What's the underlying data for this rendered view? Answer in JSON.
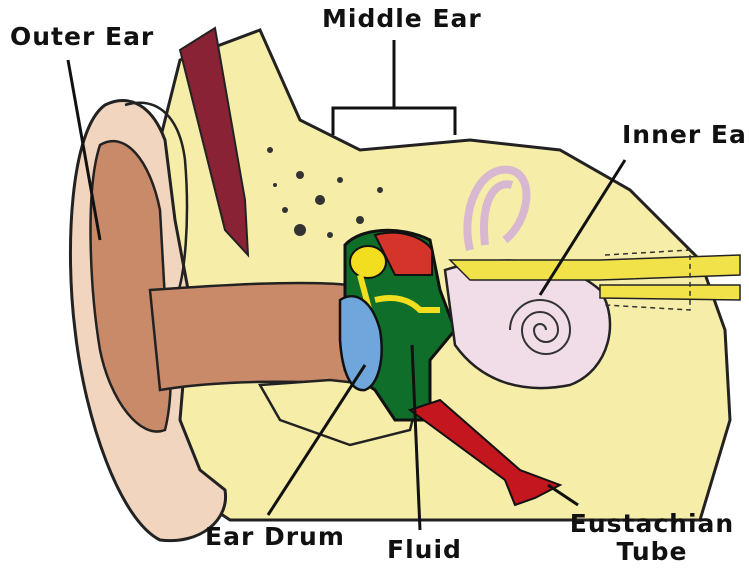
{
  "labels": {
    "outer_ear": "Outer Ear",
    "middle_ear": "Middle Ear",
    "inner_ear": "Inner Ear",
    "ear_drum": "Ear Drum",
    "fluid": "Fluid",
    "eustachian_line1": "Eustachian",
    "eustachian_line2": "Tube"
  },
  "colors": {
    "skin": "#c98a6a",
    "bone": "#f6eda8",
    "muscle": "#8a2236",
    "fluid": "#0f6e2a",
    "ear_drum": "#6fa6dc",
    "ossicle": "#f2dd1e",
    "cavity_red": "#d4342a",
    "inner_ear": "#f1dde8",
    "nerve": "#f2e24a",
    "eustachian_tube": "#c4161f"
  }
}
